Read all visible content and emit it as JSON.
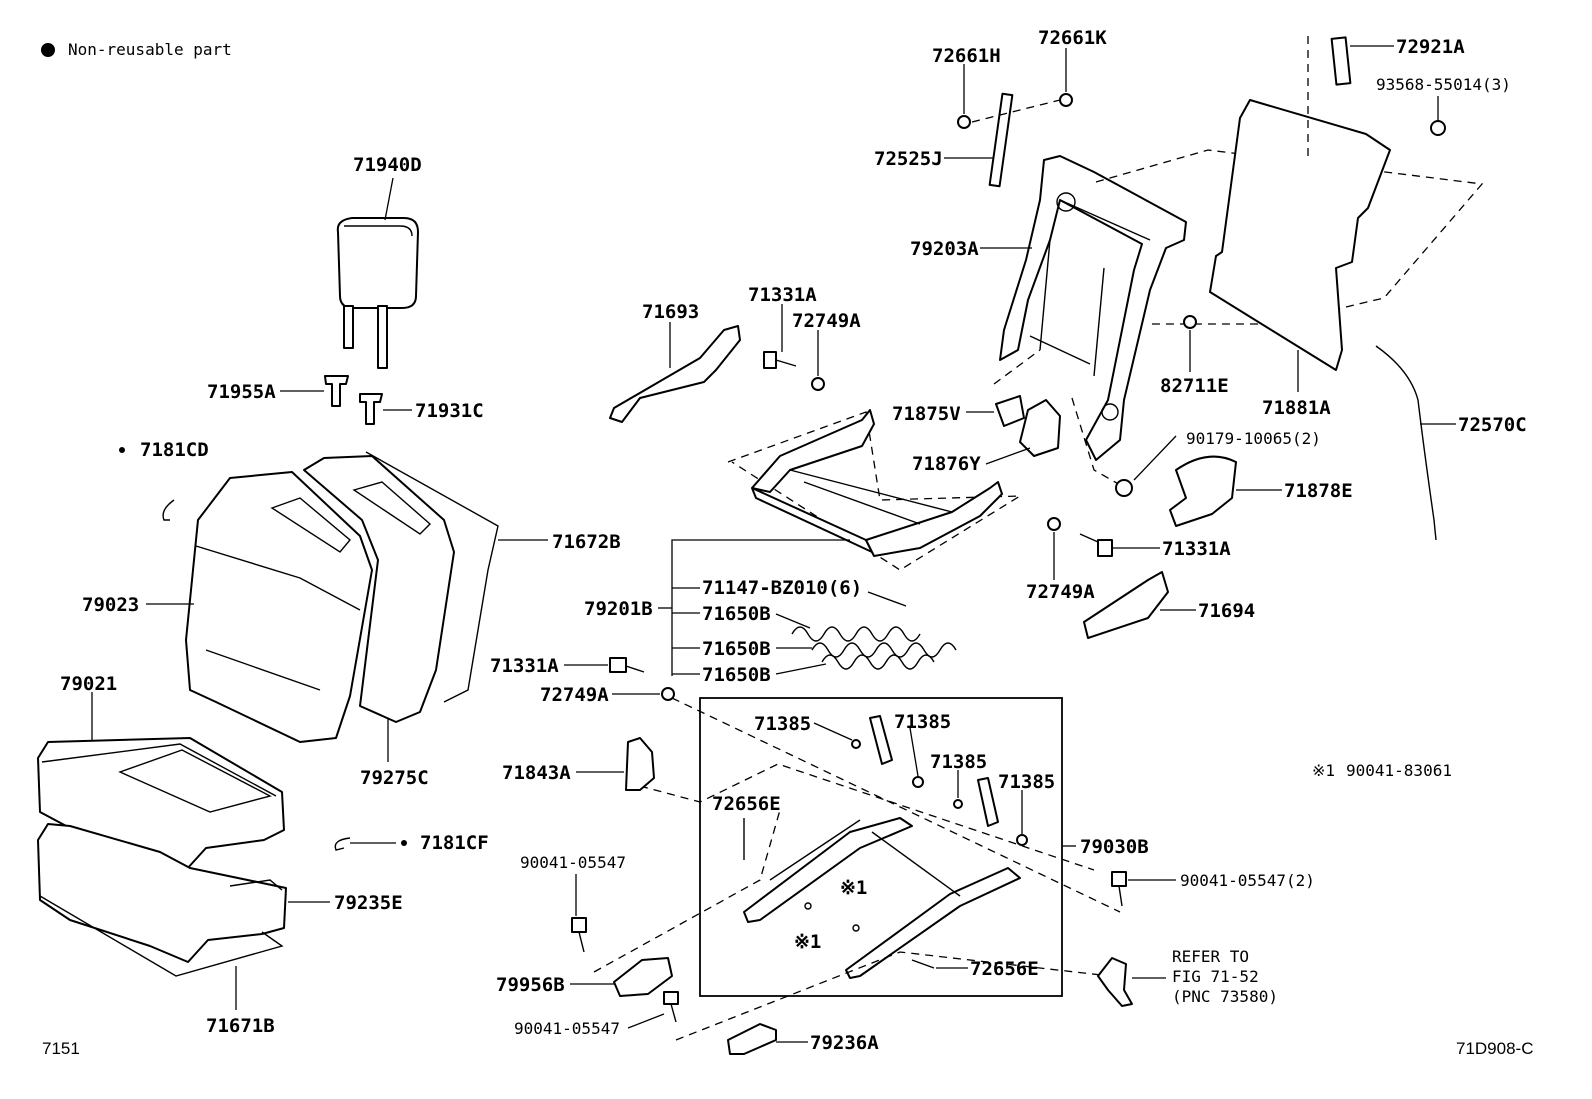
{
  "legend": {
    "symbol": "●",
    "text": "Non-reusable part"
  },
  "footer": {
    "left_code": "7151",
    "right_code": "71D908-C"
  },
  "note": {
    "mark": "※1",
    "part": "90041-83061"
  },
  "refer": {
    "line1": "REFER TO",
    "line2": "FIG 71-52",
    "line3": "(PNC 73580)"
  },
  "labels": {
    "p71940D": "71940D",
    "p71955A": "71955A",
    "p71931C": "71931C",
    "p7181CD": "7181CD",
    "p79023": "79023",
    "p71672B": "71672B",
    "p79021": "79021",
    "p79275C": "79275C",
    "p7181CF": "7181CF",
    "p79235E": "79235E",
    "p71671B": "71671B",
    "p71693": "71693",
    "p71331A_1": "71331A",
    "p72749A_1": "72749A",
    "p72661H": "72661H",
    "p72661K": "72661K",
    "p72525J": "72525J",
    "p79203A": "79203A",
    "p72921A": "72921A",
    "p93568": "93568-55014(3)",
    "p82711E": "82711E",
    "p71881A": "71881A",
    "p71875V": "71875V",
    "p71876Y": "71876Y",
    "p90179": "90179-10065(2)",
    "p72570C": "72570C",
    "p71878E": "71878E",
    "p71331A_2": "71331A",
    "p72749A_2": "72749A",
    "p71694": "71694",
    "p79201B": "79201B",
    "p71147": "71147-BZ010(6)",
    "p71650B_1": "71650B",
    "p71650B_2": "71650B",
    "p71650B_3": "71650B",
    "p71331A_3": "71331A",
    "p72749A_3": "72749A",
    "p71843A": "71843A",
    "p71385_1": "71385",
    "p71385_2": "71385",
    "p71385_3": "71385",
    "p71385_4": "71385",
    "p72656E_1": "72656E",
    "p72656E_2": "72656E",
    "p79030B": "79030B",
    "p90041_05547_1": "90041-05547",
    "p90041_05547_2": "90041-05547(2)",
    "p90041_05547_3": "90041-05547",
    "p79956B": "79956B",
    "p79236A": "79236A",
    "p_x1_a": "※1",
    "p_x1_b": "※1"
  }
}
